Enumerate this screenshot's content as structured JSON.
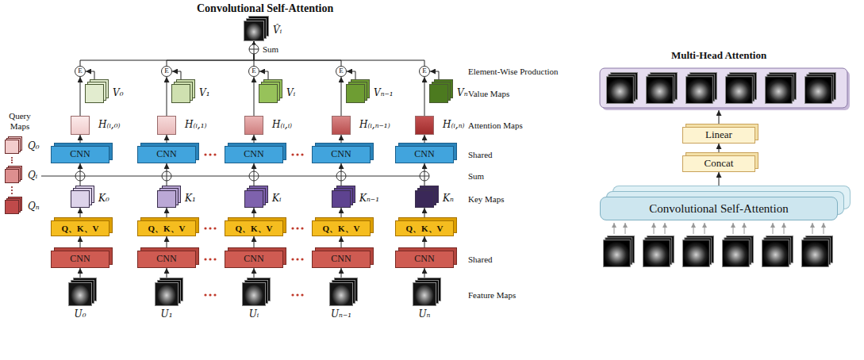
{
  "diagram": {
    "title": "Convolutional Self-Attention",
    "nodes": [
      {
        "text": [
          "V̂ᵢ"
        ]
      },
      {
        "text": [
          "E"
        ]
      },
      {
        "text": [
          "E"
        ]
      },
      {
        "text": [
          "E"
        ]
      },
      {
        "text": [
          "E"
        ]
      },
      {
        "text": [
          "E"
        ]
      },
      {
        "text": [
          "V₀"
        ]
      },
      {
        "text": [
          "V₁"
        ]
      },
      {
        "text": [
          "Vᵢ"
        ]
      },
      {
        "text": [
          "Vₙ₋₁"
        ]
      },
      {
        "text": [
          "Vₙ"
        ]
      },
      {
        "text": [
          "H₍ᵢ,₀₎"
        ]
      },
      {
        "text": [
          "H₍ᵢ,₁₎"
        ]
      },
      {
        "text": [
          "H₍ᵢ,ᵢ₎"
        ]
      },
      {
        "text": [
          "H₍ᵢ,ₙ₋₁₎"
        ]
      },
      {
        "text": [
          "H₍ᵢ,ₙ₎"
        ]
      },
      {
        "text": [
          "Q₀"
        ]
      },
      {
        "text": [
          "Qᵢ"
        ]
      },
      {
        "text": [
          "Qₙ"
        ]
      },
      {
        "text": [
          "CNN"
        ]
      },
      {
        "text": [
          "CNN"
        ]
      },
      {
        "text": [
          "CNN"
        ]
      },
      {
        "text": [
          "CNN"
        ]
      },
      {
        "text": [
          "CNN"
        ]
      },
      {
        "text": [
          "K₀"
        ]
      },
      {
        "text": [
          "K₁"
        ]
      },
      {
        "text": [
          "Kᵢ"
        ]
      },
      {
        "text": [
          "Kₙ₋₁"
        ]
      },
      {
        "text": [
          "Kₙ"
        ]
      },
      {
        "text": [
          "Q、K、V"
        ]
      },
      {
        "text": [
          "Q、K、V"
        ]
      },
      {
        "text": [
          "Q、K、V"
        ]
      },
      {
        "text": [
          "Q、K、V"
        ]
      },
      {
        "text": [
          "Q、K、V"
        ]
      },
      {
        "text": [
          "CNN"
        ]
      },
      {
        "text": [
          "CNN"
        ]
      },
      {
        "text": [
          "CNN"
        ]
      },
      {
        "text": [
          "CNN"
        ]
      },
      {
        "text": [
          "CNN"
        ]
      },
      {
        "text": [
          "U₀"
        ]
      },
      {
        "text": [
          "U₁"
        ]
      },
      {
        "text": [
          "Uᵢ"
        ]
      },
      {
        "text": [
          "Uₙ₋₁"
        ]
      },
      {
        "text": [
          "Uₙ"
        ]
      },
      {
        "text": [
          "Linear"
        ]
      },
      {
        "text": [
          "Concat"
        ]
      },
      {
        "text": [
          "Convolutional Self-Attention"
        ]
      }
    ],
    "edges": [
      {
        "from": 39,
        "to": 34,
        "arrow": "to"
      },
      {
        "from": 34,
        "to": 29,
        "arrow": "to"
      },
      {
        "from": 29,
        "to": 24,
        "arrow": "to"
      },
      {
        "from": 24,
        "to": 19,
        "arrow": "to"
      },
      {
        "from": 19,
        "to": 11,
        "arrow": "to"
      },
      {
        "from": 11,
        "to": 1,
        "arrow": "to"
      },
      {
        "from": 6,
        "to": 1,
        "arrow": "to"
      },
      {
        "from": 1,
        "to": 0,
        "arrow": "to"
      },
      {
        "from": 40,
        "to": 35,
        "arrow": "to"
      },
      {
        "from": 35,
        "to": 30,
        "arrow": "to"
      },
      {
        "from": 30,
        "to": 25,
        "arrow": "to"
      },
      {
        "from": 25,
        "to": 20,
        "arrow": "to"
      },
      {
        "from": 20,
        "to": 12,
        "arrow": "to"
      },
      {
        "from": 12,
        "to": 2,
        "arrow": "to"
      },
      {
        "from": 7,
        "to": 2,
        "arrow": "to"
      },
      {
        "from": 2,
        "to": 0,
        "arrow": "to"
      },
      {
        "from": 41,
        "to": 36,
        "arrow": "to"
      },
      {
        "from": 36,
        "to": 31,
        "arrow": "to"
      },
      {
        "from": 31,
        "to": 26,
        "arrow": "to"
      },
      {
        "from": 26,
        "to": 21,
        "arrow": "to"
      },
      {
        "from": 21,
        "to": 13,
        "arrow": "to"
      },
      {
        "from": 13,
        "to": 3,
        "arrow": "to"
      },
      {
        "from": 8,
        "to": 3,
        "arrow": "to"
      },
      {
        "from": 3,
        "to": 0,
        "arrow": "to"
      },
      {
        "from": 42,
        "to": 37,
        "arrow": "to"
      },
      {
        "from": 37,
        "to": 32,
        "arrow": "to"
      },
      {
        "from": 32,
        "to": 27,
        "arrow": "to"
      },
      {
        "from": 27,
        "to": 22,
        "arrow": "to"
      },
      {
        "from": 22,
        "to": 14,
        "arrow": "to"
      },
      {
        "from": 14,
        "to": 4,
        "arrow": "to"
      },
      {
        "from": 9,
        "to": 4,
        "arrow": "to"
      },
      {
        "from": 4,
        "to": 0,
        "arrow": "to"
      },
      {
        "from": 43,
        "to": 38,
        "arrow": "to"
      },
      {
        "from": 38,
        "to": 33,
        "arrow": "to"
      },
      {
        "from": 33,
        "to": 28,
        "arrow": "to"
      },
      {
        "from": 28,
        "to": 23,
        "arrow": "to"
      },
      {
        "from": 23,
        "to": 15,
        "arrow": "to"
      },
      {
        "from": 15,
        "to": 5,
        "arrow": "to"
      },
      {
        "from": 10,
        "to": 5,
        "arrow": "to"
      },
      {
        "from": 5,
        "to": 0,
        "arrow": "to"
      },
      {
        "from": 46,
        "to": 45,
        "arrow": "to"
      },
      {
        "from": 45,
        "to": 44,
        "arrow": "to"
      }
    ],
    "labels": [
      "Multi-Head Attention",
      "Query Maps",
      "Sum",
      "Element-Wise Production",
      "Value Maps",
      "Attention Maps",
      "Shared",
      "Sum",
      "Key Maps",
      "Shared",
      "Feature Maps"
    ]
  }
}
